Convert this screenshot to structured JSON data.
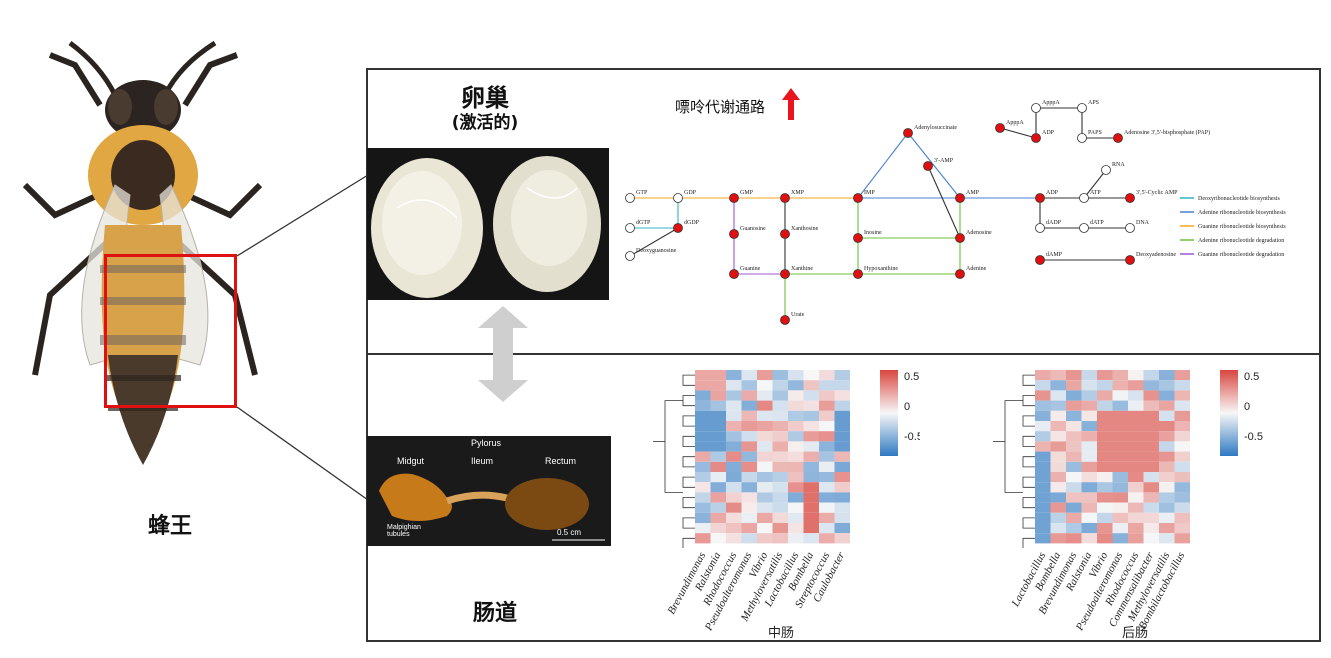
{
  "queen_label": "蜂王",
  "ovary": {
    "title": "卵巢",
    "subtitle": "(激活的)"
  },
  "gut": {
    "title": "肠道",
    "photo_labels": {
      "pylorus": "Pylorus",
      "midgut": "Midgut",
      "ileum": "Ileum",
      "rectum": "Rectum",
      "malpighian": "Malpighian\ntubules",
      "scale": "0.5 cm"
    }
  },
  "pathway": {
    "caption": "嘌呤代谢通路",
    "nodes": [
      "GTP",
      "GDP",
      "dGTP",
      "dGDP",
      "Deoxyguanosine",
      "GMP",
      "XMP",
      "Guanosine",
      "Xanthosine",
      "Guanine",
      "Xanthine",
      "Urate",
      "IMP",
      "Adenylosuccinate",
      "3'-AMP",
      "Inosine",
      "Hypoxanthine",
      "AMP",
      "Adenosine",
      "Adenine",
      "ADP",
      "ATP",
      "RNA",
      "3',5'-Cyclic AMP",
      "dADP",
      "dATP",
      "DNA",
      "dAMP",
      "Deoxyadenosine",
      "ApppA",
      "ADP",
      "ApppA",
      "APS",
      "PAPS",
      "Adenosine 3',5'-bisphosphate (PAP)"
    ],
    "legend": [
      {
        "label": "Deoxyribonucleotide biosynthesis",
        "color": "#2bb6c4"
      },
      {
        "label": "Adenine ribonucleotide biosynthesis",
        "color": "#4a7fd0"
      },
      {
        "label": "Guanine ribonucleotide biosynthesis",
        "color": "#f5a623"
      },
      {
        "label": "Adenine ribonucleotide degradation",
        "color": "#6cbf3a"
      },
      {
        "label": "Guanine ribonucleotide degradation",
        "color": "#9b59d0"
      }
    ]
  },
  "heatmaps": [
    {
      "caption": "中肠",
      "columns": [
        "Brevundimonas",
        "Ralstonia",
        "Rhodococcus",
        "Pseudoalteromonas",
        "Vibrio",
        "Methyloversatilis",
        "Lactobacillus",
        "Bombella",
        "Streptococcus",
        "Caulobacter"
      ],
      "colorbar_ticks": [
        "0.5",
        "0",
        "-0.5"
      ]
    },
    {
      "caption": "后肠",
      "columns": [
        "Lactobacillus",
        "Bombella",
        "Brevundimonas",
        "Ralstonia",
        "Vibrio",
        "Pseudoalteromonas",
        "Rhodococcus",
        "Commensalibacter",
        "Methyloversatilis",
        "Bombilactobacillus"
      ],
      "colorbar_ticks": [
        "0.5",
        "0",
        "-0.5"
      ]
    }
  ],
  "colors": {
    "red_node": "#e01010",
    "heat_pos": "#d9463f",
    "heat_neg": "#2f79c2",
    "arrow_up": "#e8141e"
  }
}
